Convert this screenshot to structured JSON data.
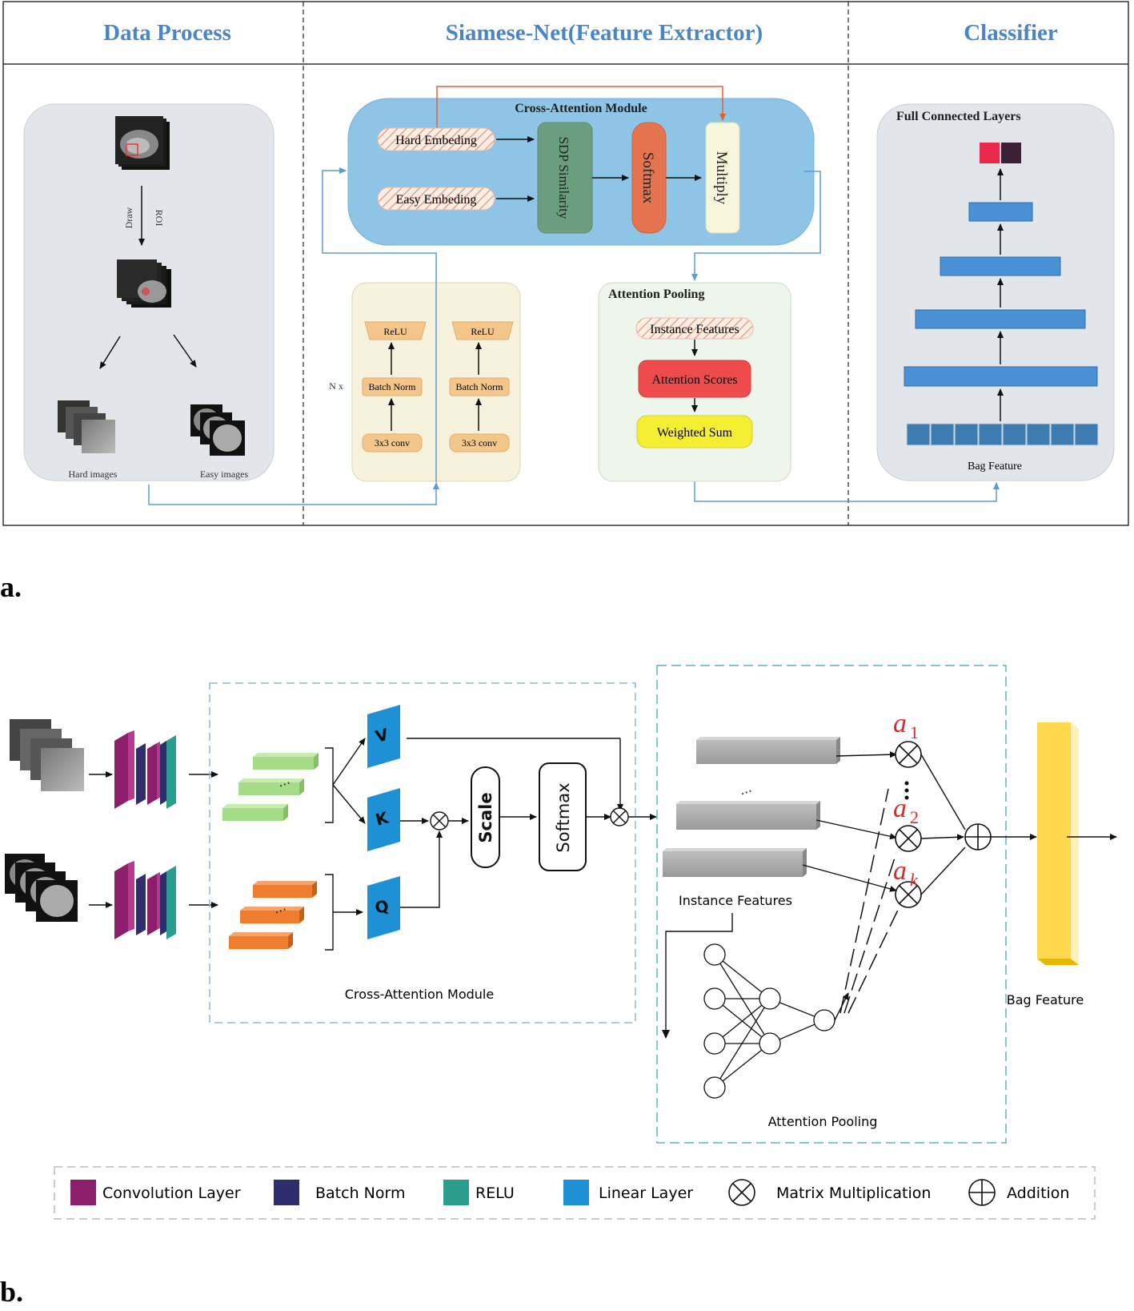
{
  "part_a": {
    "label": "a.",
    "headers": {
      "data_process": "Data Process",
      "siamese": "Siamese-Net(Feature Extractor)",
      "classifier": "Classifier"
    },
    "data_process": {
      "draw_label": "Draw",
      "roi_label": "ROI",
      "hard_images": "Hard images",
      "easy_images": "Easy images"
    },
    "cross_attention": {
      "title": "Cross-Attention Module",
      "hard_embedding": "Hard Embeding",
      "easy_embedding": "Easy Embeding",
      "sdp": "SDP Similarity",
      "softmax": "Softmax",
      "multiply": "Multiply"
    },
    "conv_block": {
      "repeat": "N x",
      "relu": "ReLU",
      "batch_norm": "Batch Norm",
      "conv": "3x3 conv"
    },
    "attention_pooling": {
      "title": "Attention Pooling",
      "instance_features": "Instance Features",
      "attention_scores": "Attention Scores",
      "weighted_sum": "Weighted Sum"
    },
    "classifier": {
      "title": "Full Connected Layers",
      "bag_feature": "Bag Feature"
    }
  },
  "part_b": {
    "label": "b.",
    "v": "V",
    "k": "K",
    "q": "Q",
    "scale": "Scale",
    "softmax": "Softmax",
    "cross_attention_module": "Cross-Attention Module",
    "instance_features": "Instance Features",
    "attention_pooling": "Attention Pooling",
    "bag_feature": "Bag Feature",
    "a1": "a",
    "a1_sub": "1",
    "a2": "a",
    "a2_sub": "2",
    "ak": "a",
    "ak_sub": "k"
  },
  "legend": {
    "conv": "Convolution Layer",
    "bn": "Batch Norm",
    "relu": "RELU",
    "linear": "Linear Layer",
    "matmul": "Matrix Multiplication",
    "add": "Addition"
  },
  "colors": {
    "header_blue": "#4a86c5",
    "conv": "#8b1f6b",
    "bn": "#2e2e6e",
    "relu": "#2a9d8f",
    "linear": "#1e90d6",
    "hard_arrow": "#e0623a",
    "flow_blue": "#5b9bd5",
    "panel_grey": "#e2e6ea",
    "cross_blue": "#8ec5e6"
  }
}
